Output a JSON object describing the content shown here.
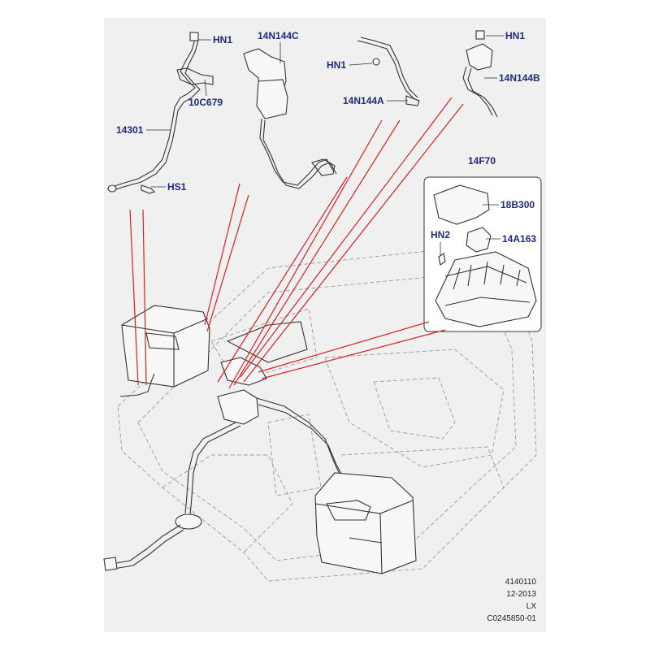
{
  "diagram": {
    "callouts": {
      "hn1_left": "HN1",
      "c10c679": "10C679",
      "c14301": "14301",
      "hs1": "HS1",
      "c14n144c": "14N144C",
      "hn1_mid": "HN1",
      "c14n144a": "14N144A",
      "hn1_right": "HN1",
      "c14n144b": "14N144B",
      "c14f70": "14F70",
      "c18b300": "18B300",
      "hn2": "HN2",
      "c14a163": "14A163"
    },
    "footer": {
      "line1": "4140110",
      "line2": "12-2013",
      "line3": "LX",
      "line4": "C0245850-01"
    },
    "colors": {
      "panel": "#f0f0f0",
      "callout_text": "#1f2a7a",
      "leader_red": "#d42020",
      "line_art": "#333333"
    }
  }
}
